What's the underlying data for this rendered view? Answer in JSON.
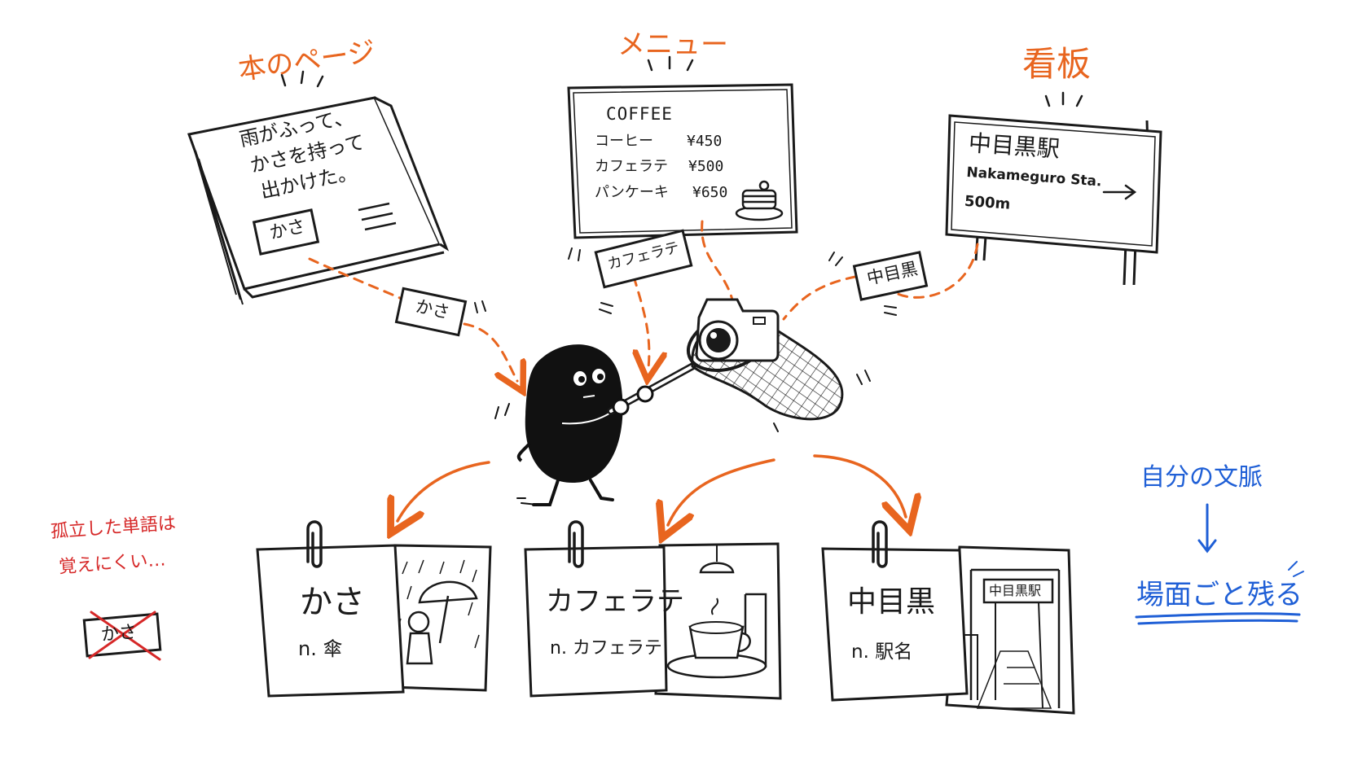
{
  "sources": {
    "book": {
      "label": "本のページ",
      "lines": [
        "雨がふって、",
        "かさを持って",
        "出かけた。"
      ],
      "word": "かさ"
    },
    "menu": {
      "label": "メニュー",
      "title": "COFFEE",
      "items": [
        {
          "name": "コーヒー",
          "price": "¥450"
        },
        {
          "name": "カフェラテ",
          "price": "¥500"
        },
        {
          "name": "パンケーキ",
          "price": "¥650"
        }
      ]
    },
    "sign": {
      "label": "看板",
      "station": "中目黒駅",
      "romaji": "Nakameguro Sta.",
      "distance": "500m"
    }
  },
  "flying_cards": [
    "かさ",
    "カフェラテ",
    "中目黒"
  ],
  "result_cards": [
    {
      "word": "かさ",
      "meaning": "n. 傘"
    },
    {
      "word": "カフェラテ",
      "meaning": "n. カフェラテ"
    },
    {
      "word": "中目黒",
      "meaning": "n. 駅名"
    }
  ],
  "station_board": "中目黒駅",
  "left_note": {
    "line1": "孤立した単語は",
    "line2": "覚えにくい…",
    "crossed_word": "かさ"
  },
  "right_note": {
    "top": "自分の文脈",
    "bottom": "場面ごと残る"
  },
  "colors": {
    "accent": "#e8651f",
    "blue": "#1f5fd6",
    "red": "#d62828",
    "ink": "#1a1a1a"
  }
}
